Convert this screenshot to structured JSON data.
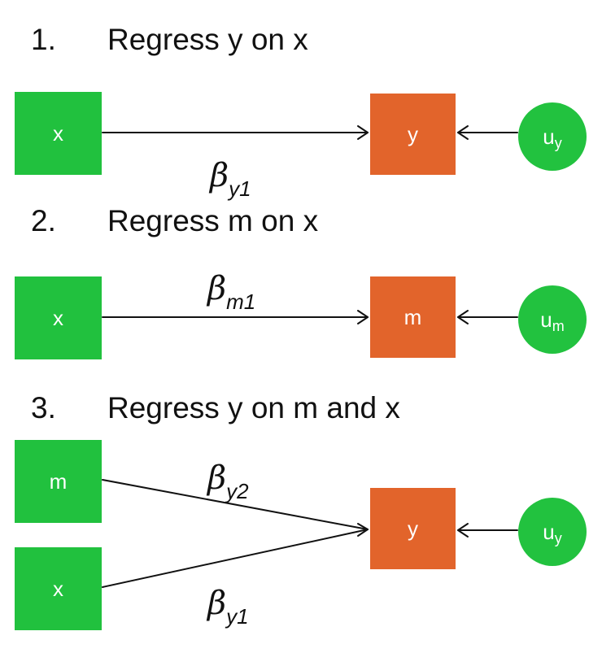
{
  "colors": {
    "input_node": "#21c13e",
    "output_node": "#e2642b",
    "error_node": "#22c23f",
    "edge": "#111111"
  },
  "panels": [
    {
      "number": "1.",
      "title": "Regress y on x",
      "inputs": [
        "x"
      ],
      "output": "y",
      "error": {
        "base": "u",
        "sub": "y"
      },
      "coefficients": [
        {
          "symbol": "β",
          "sub": "y1"
        }
      ]
    },
    {
      "number": "2.",
      "title": "Regress m on x",
      "inputs": [
        "x"
      ],
      "output": "m",
      "error": {
        "base": "u",
        "sub": "m"
      },
      "coefficients": [
        {
          "symbol": "β",
          "sub": "m1"
        }
      ]
    },
    {
      "number": "3.",
      "title": "Regress y on m and x",
      "inputs": [
        "m",
        "x"
      ],
      "output": "y",
      "error": {
        "base": "u",
        "sub": "y"
      },
      "coefficients": [
        {
          "symbol": "β",
          "sub": "y2"
        },
        {
          "symbol": "β",
          "sub": "y1"
        }
      ]
    }
  ]
}
